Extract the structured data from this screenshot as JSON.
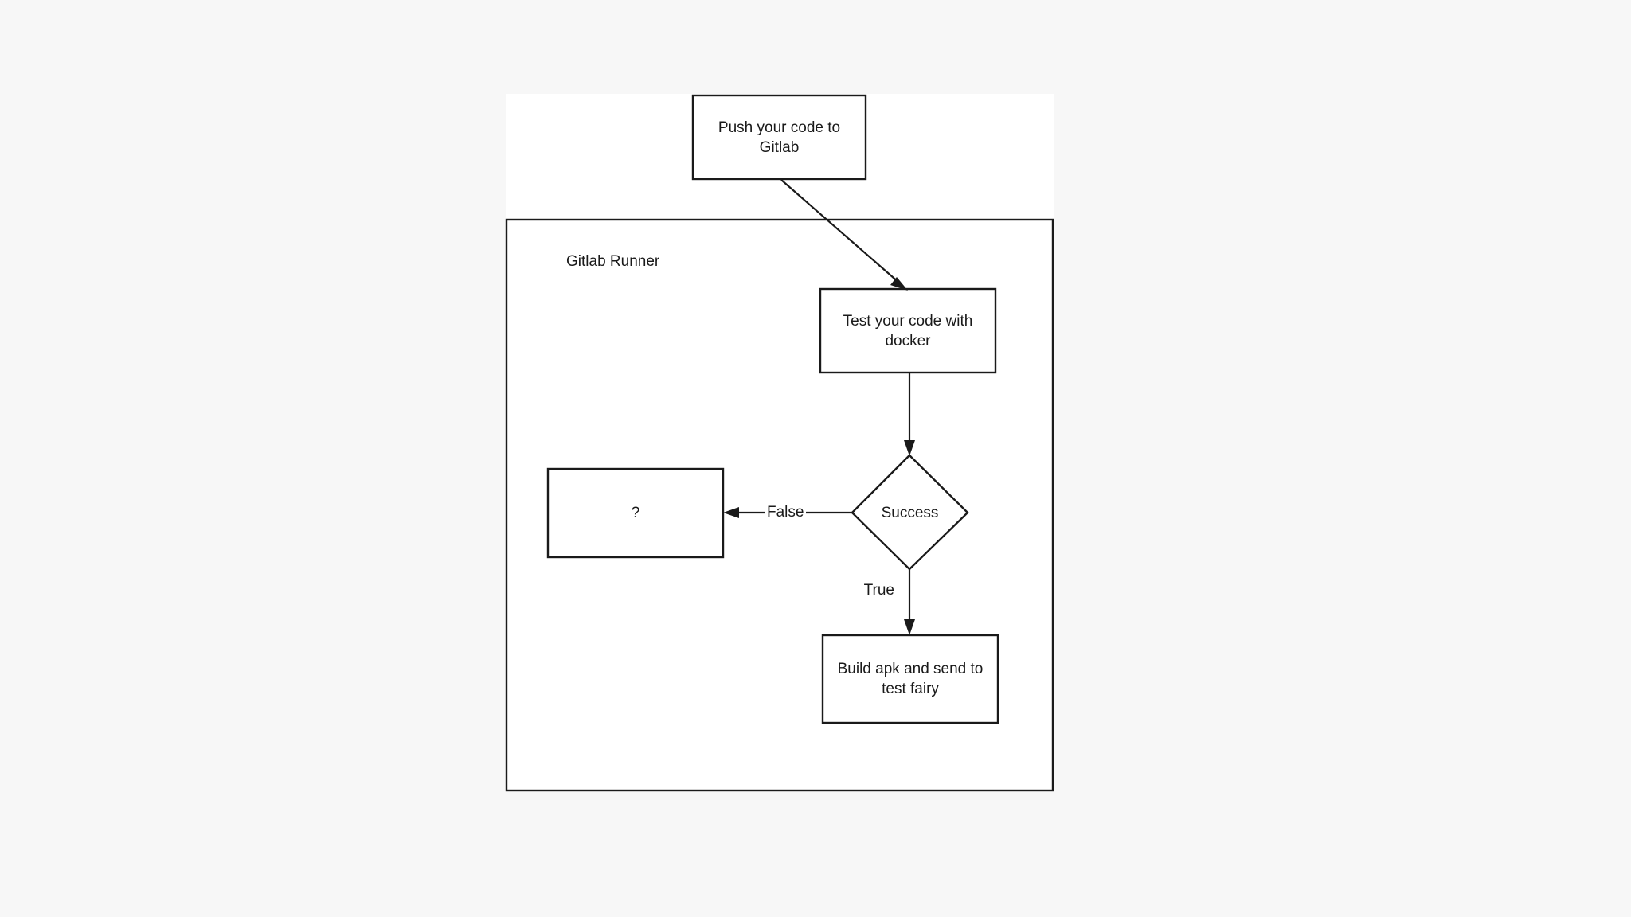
{
  "canvas": {
    "background_color": "#f7f7f7",
    "sheet_color": "#ffffff",
    "stroke_color": "#1a1a1a"
  },
  "diagram": {
    "title_group": "Gitlab Runner",
    "nodes": [
      {
        "id": "push-code",
        "type": "process",
        "label": "Push your code to\nGitlab"
      },
      {
        "id": "test-code",
        "type": "process",
        "label": "Test your code with\ndocker"
      },
      {
        "id": "success-decision",
        "type": "decision",
        "label": "Success"
      },
      {
        "id": "unknown",
        "type": "process",
        "label": "?"
      },
      {
        "id": "build-apk",
        "type": "process",
        "label": "Build apk and send to\ntest fairy"
      }
    ],
    "edges": [
      {
        "id": "push-to-test",
        "from": "push-code",
        "to": "test-code",
        "label": ""
      },
      {
        "id": "test-to-success",
        "from": "test-code",
        "to": "success-decision",
        "label": ""
      },
      {
        "id": "success-false",
        "from": "success-decision",
        "to": "unknown",
        "label": "False"
      },
      {
        "id": "success-true",
        "from": "success-decision",
        "to": "build-apk",
        "label": "True"
      }
    ]
  }
}
